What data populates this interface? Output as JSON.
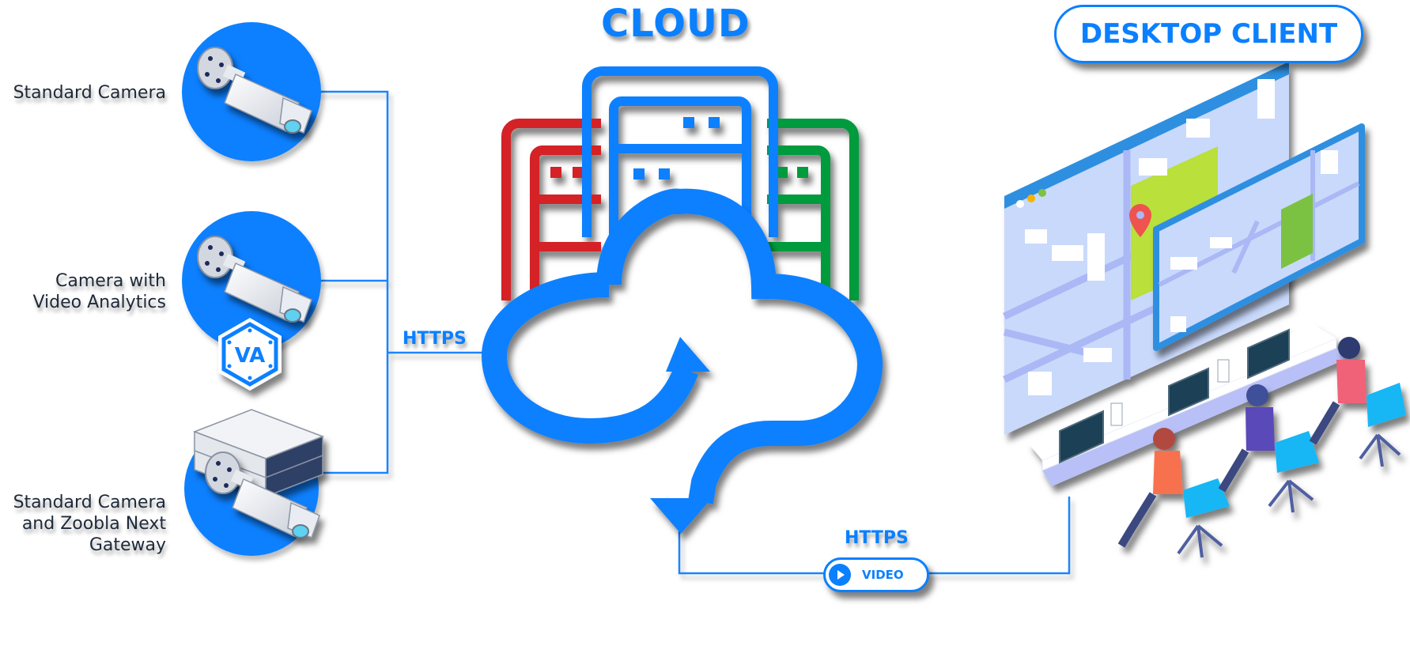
{
  "cameras": [
    {
      "label": "Standard Camera",
      "type": "standard"
    },
    {
      "label": "Camera with\nVideo Analytics",
      "type": "analytics",
      "badge": "VA"
    },
    {
      "label": "Standard Camera\nand Zoobla Next\nGateway",
      "type": "gateway"
    }
  ],
  "cloud": {
    "title": "CLOUD",
    "server_colors": {
      "left": "#d42027",
      "center": "#0a80ff",
      "right": "#009b3e"
    }
  },
  "connections": {
    "camera_to_cloud_protocol": "HTTPS",
    "cloud_to_client_protocol": "HTTPS",
    "stream_label": "VIDEO",
    "stream_icon": "play-icon"
  },
  "desktop_client": {
    "title": "DESKTOP CLIENT"
  },
  "colors": {
    "accent": "#0a80ff",
    "map_bg": "#c9d9fb",
    "map_road": "#aab8f5",
    "green_area": "#b9e03a",
    "pin": "#ef5350"
  }
}
